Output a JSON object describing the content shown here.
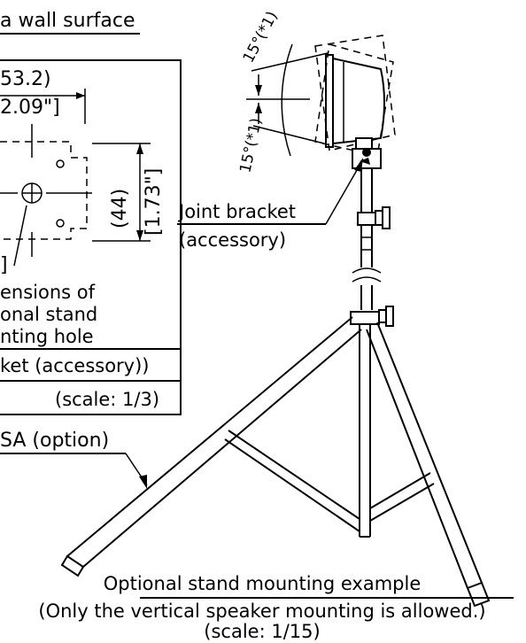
{
  "labels": {
    "wall_surface": "a wall surface",
    "dim_mm": "53.2)",
    "dim_in": "2.09\"]",
    "dim_44": "(44)",
    "dim_173": "[1.73\"]",
    "bracket_end": "]",
    "caption_line1": "ensions of",
    "caption_line2": "onal stand",
    "caption_line3": "nting hole",
    "bracket_accessory": "ket (accessory))",
    "scale_detail": "(scale: 1/3)",
    "stand_option": "SA (option)",
    "joint_bracket_line1": "Joint bracket",
    "joint_bracket_line2": "(accessory)",
    "tilt_up": "15°(*1)",
    "tilt_down": "15°(*1)",
    "example_title": "Optional stand mounting example",
    "example_note": "(Only the vertical speaker mounting is allowed.)",
    "example_scale": "(scale: 1/15)"
  }
}
